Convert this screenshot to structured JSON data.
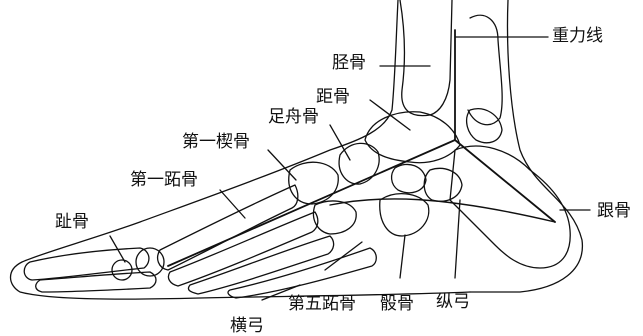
{
  "labels": {
    "tibia": "胫骨",
    "gravity_line": "重力线",
    "talus": "距骨",
    "navicular": "足舟骨",
    "first_cuneiform": "第一楔骨",
    "first_metatarsal": "第一跖骨",
    "phalanges": "趾骨",
    "calcaneus": "跟骨",
    "fifth_metatarsal": "第五跖骨",
    "cuboid": "骰骨",
    "longitudinal_arch": "纵弓",
    "transverse_arch": "横弓"
  },
  "colors": {
    "ink": "#111111",
    "paper": "#ffffff"
  }
}
